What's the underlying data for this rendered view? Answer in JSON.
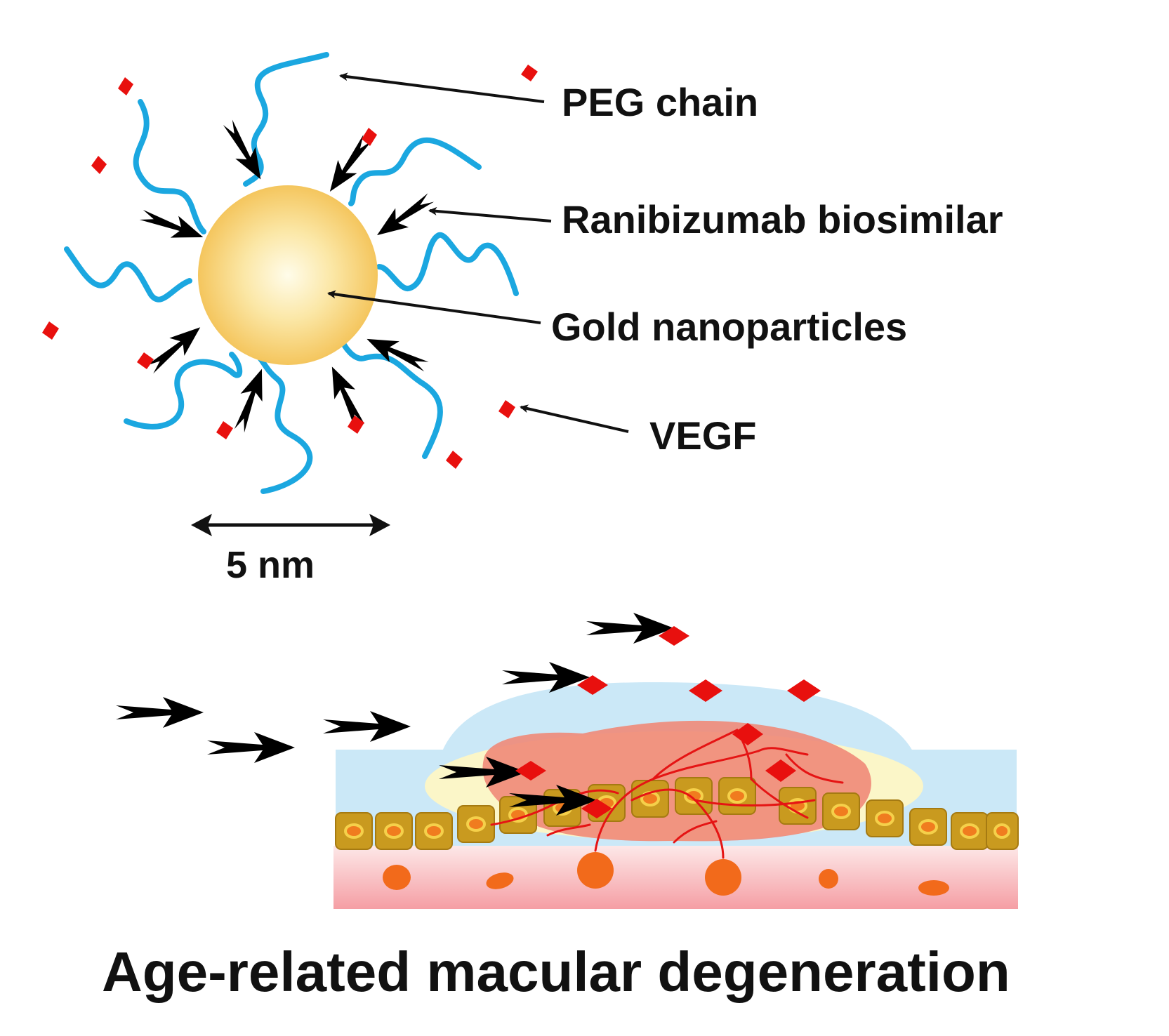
{
  "labels": {
    "peg_chain": "PEG chain",
    "ranibizumab": "Ranibizumab biosimilar",
    "gold_nanoparticles": "Gold nanoparticles",
    "vegf": "VEGF",
    "scale": "5 nm",
    "title": "Age-related macular degeneration"
  },
  "colors": {
    "peg": "#1ba7e0",
    "vegf": "#e8100e",
    "antibody": "#000000",
    "gold_center": "#fffcea",
    "gold_edge": "#f5c65c",
    "fluid": "#cbe8f7",
    "lesion": "#f08a78",
    "cell": "#c99a1f",
    "cell_nucleus": "#f07c1f",
    "choroid": "#f7aeb0",
    "vessel": "#e51414"
  }
}
